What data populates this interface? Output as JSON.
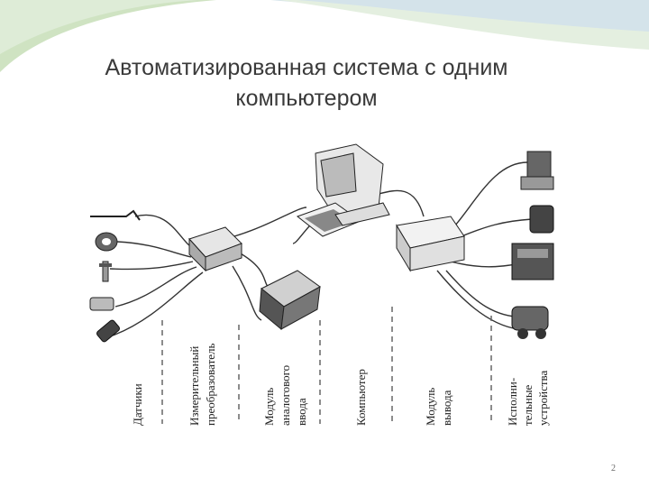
{
  "slide": {
    "title_line1": "Автоматизированная система с одним",
    "title_line2": "компьютером",
    "page_number": "2"
  },
  "labels": {
    "sensors": "Датчики",
    "transducer_1": "Измерительный",
    "transducer_2": "преобразователь",
    "input_1": "Модуль",
    "input_2": "аналогового",
    "input_3": "ввода",
    "computer": "Компьютер",
    "output_1": "Модуль",
    "output_2": "вывода",
    "actuators_1": "Исполни-",
    "actuators_2": "тельные",
    "actuators_3": "устройства"
  },
  "colors": {
    "decor_green": "#cfe3c2",
    "decor_light": "#e4efe0",
    "decor_blue": "#d4e3ea",
    "device_gray": "#d9d9d9",
    "line": "#333333"
  }
}
